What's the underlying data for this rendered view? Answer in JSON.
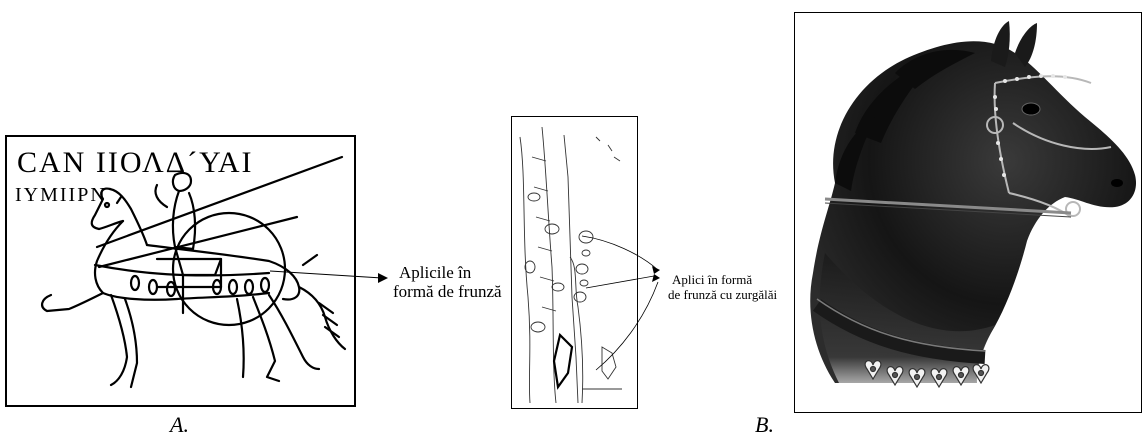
{
  "panel_a": {
    "inscription_line1": "CAN ΙΙΟΛΔ´ΥΑΙ",
    "inscription_line2": "ΙΥΜΙΙΡΝ"
  },
  "annotation_a": {
    "line1": "Aplicile în",
    "line2": "formă de frunză"
  },
  "annotation_b": {
    "line1": "Aplici în formă",
    "line2": "de frunză cu zurgălăi"
  },
  "captions": {
    "a": "A.",
    "b": "B."
  }
}
